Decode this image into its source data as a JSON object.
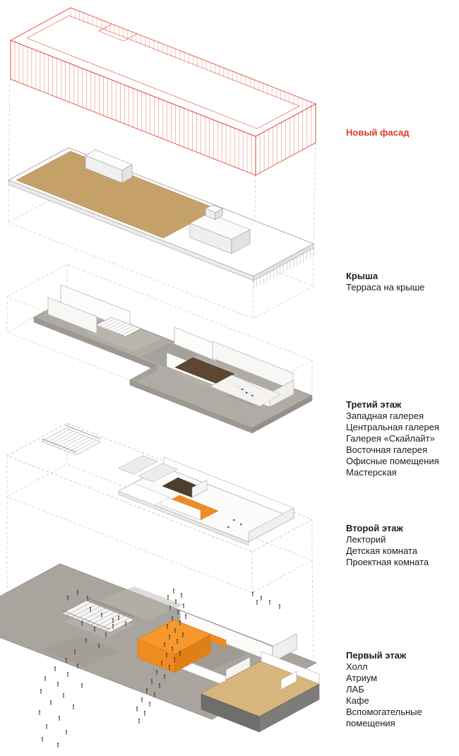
{
  "labels": {
    "facade": {
      "title": "Новый фасад"
    },
    "roof": {
      "title": "Крыша",
      "items": [
        "Терраса на крыше"
      ]
    },
    "third": {
      "title": "Третий этаж",
      "items": [
        "Западная галерея",
        "Центральная галерея",
        "Галерея «Скайлайт»",
        "Восточная галерея",
        "Офисные помещения",
        "Мастерская"
      ]
    },
    "second": {
      "title": "Второй этаж",
      "items": [
        "Лекторий",
        "Детская комната",
        "Проектная комната"
      ]
    },
    "first": {
      "title": "Первый этаж",
      "items": [
        "Холл",
        "Атриум",
        "ЛАБ",
        "Кафе",
        "Вспомогательные помещения"
      ]
    }
  },
  "colors": {
    "accent_red": "#e0392b",
    "orange": "#ef8b21",
    "wood_deck": "#c8a36b",
    "wood_floor": "#d9b97f",
    "concrete": "#aeaaa3",
    "dark_brown": "#54402f",
    "text": "#1c1c1c"
  }
}
